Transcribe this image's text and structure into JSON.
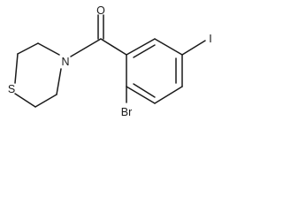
{
  "molecule": {
    "atoms": {
      "oxygen": "O",
      "nitrogen": "N",
      "sulfur": "S",
      "bromine": "Br",
      "iodine": "I"
    }
  }
}
